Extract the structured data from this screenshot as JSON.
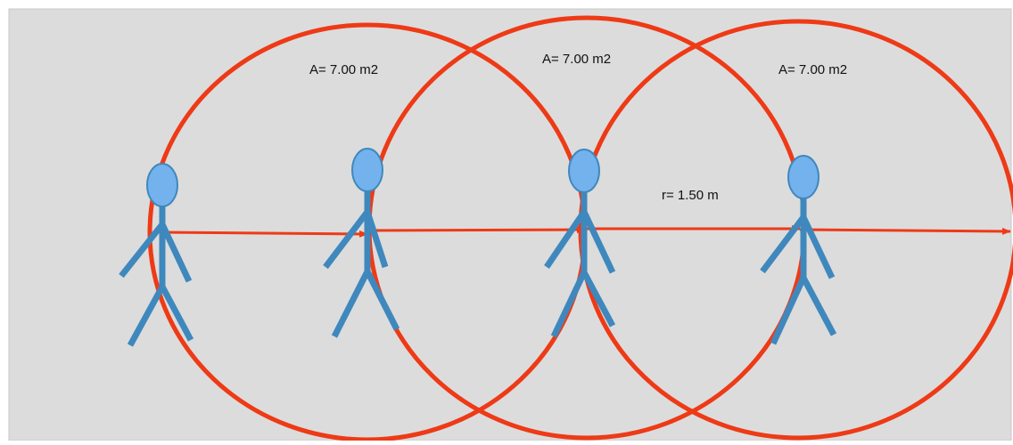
{
  "labels": {
    "area_left": "A= 7.00 m2",
    "area_middle": "A= 7.00 m2",
    "area_right": "A= 7.00 m2",
    "radius": "r= 1.50 m"
  },
  "colors": {
    "background": "#dcdcdc",
    "circle_stroke": "#ee3a16",
    "arrow": "#ee3a16",
    "figure_body": "#3f88bd",
    "figure_head_fill": "#73b2ec",
    "figure_head_stroke": "#3f88bd",
    "text": "#111111"
  },
  "icons": {
    "figure": "stick-figure-icon"
  }
}
